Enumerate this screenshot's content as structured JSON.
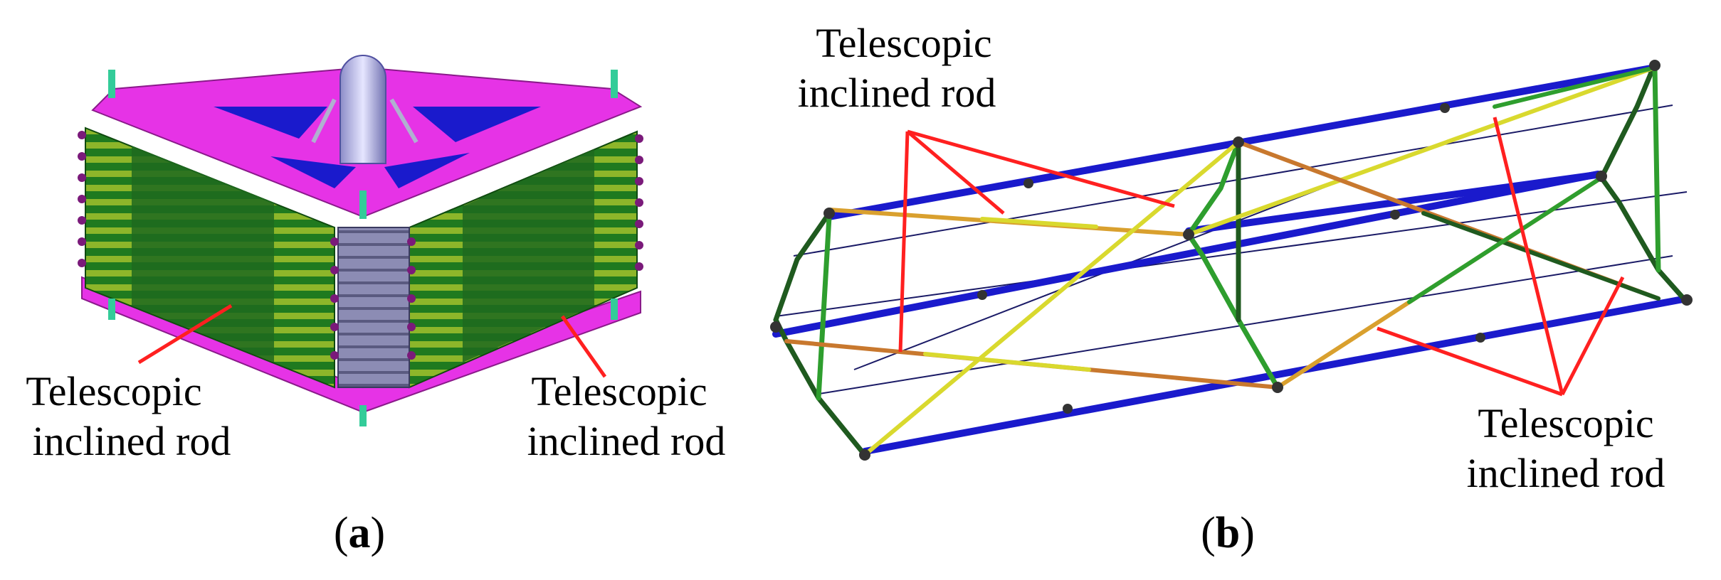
{
  "panel_a": {
    "label_left_line1": "Telescopic",
    "label_left_line2": "inclined rod",
    "label_right_line1": "Telescopic",
    "label_right_line2": "inclined rod",
    "caption_open": "(",
    "caption_letter": "a",
    "caption_close": ")"
  },
  "panel_b": {
    "label_top_line1": "Telescopic",
    "label_top_line2": "inclined rod",
    "label_bottom_line1": "Telescopic",
    "label_bottom_line2": "inclined rod",
    "caption_open": "(",
    "caption_letter": "b",
    "caption_close": ")"
  },
  "colors": {
    "frame_magenta": "#e633e6",
    "panel_green": "#1f7a1f",
    "slat_yellow": "#e6e633",
    "rod_blue": "#1a1acc",
    "rod_green": "#2e9e2e",
    "rod_dark_green": "#1f5a1f",
    "rod_yellow": "#d9d92e",
    "rod_orange": "#c8782e",
    "leader_red": "#ff2020",
    "column_gray": "#8c8cb4"
  }
}
